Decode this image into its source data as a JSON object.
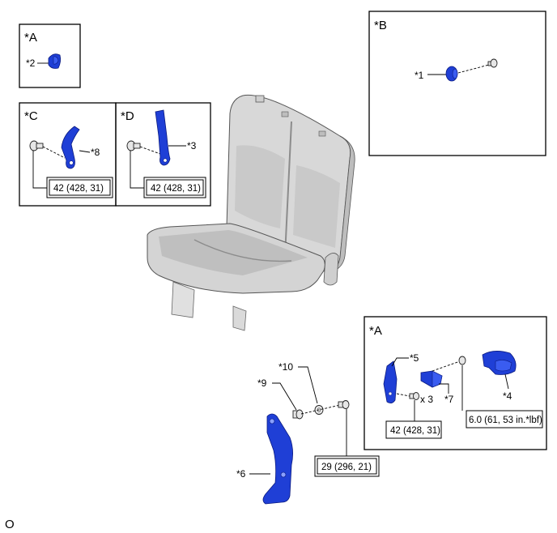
{
  "views": {
    "a_top": {
      "label": "*A",
      "callouts": {
        "c2": "*2"
      }
    },
    "b": {
      "label": "*B",
      "callouts": {
        "c1": "*1"
      }
    },
    "c": {
      "label": "*C",
      "callouts": {
        "c8": "*8"
      },
      "torque": "42 (428, 31)"
    },
    "d": {
      "label": "*D",
      "callouts": {
        "c3": "*3"
      },
      "torque": "42 (428, 31)"
    },
    "a_bottom": {
      "label": "*A",
      "callouts": {
        "c5": "*5",
        "c7": "*7",
        "c4": "*4"
      },
      "qty": "x 3",
      "torque_bolts": "42 (428, 31)",
      "torque_screw": "6.0 (61, 53 in.*lbf)"
    }
  },
  "main": {
    "callouts": {
      "c10": "*10",
      "c9": "*9",
      "c6": "*6"
    },
    "torque": "29 (296, 21)"
  },
  "footer": {
    "code": "O"
  },
  "colors": {
    "part": "#1f3fd6",
    "seat": "#d4d4d4",
    "seat_dark": "#a8a8a8"
  }
}
